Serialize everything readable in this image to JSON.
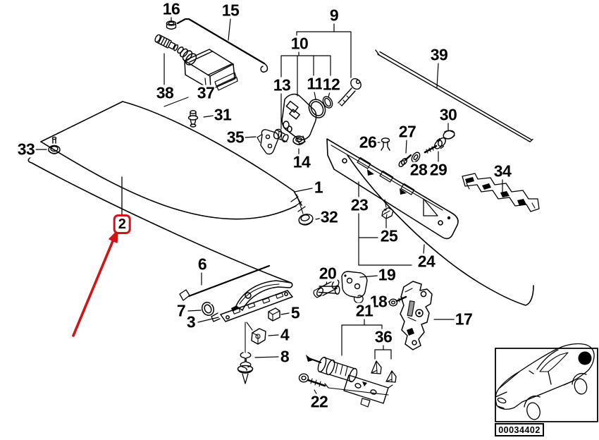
{
  "diagram": {
    "kind": "exploded-parts-diagram",
    "subject": "trunk-lid",
    "drawing_number": "00034402",
    "highlighted_callout": "2",
    "colors": {
      "line": "#000000",
      "background": "#ffffff",
      "accent_red": "#d41317"
    }
  },
  "labels": {
    "1": "1",
    "2": "2",
    "3": "3",
    "4": "4",
    "5": "5",
    "6": "6",
    "7": "7",
    "8": "8",
    "9": "9",
    "10": "10",
    "11": "11",
    "12": "12",
    "13": "13",
    "14": "14",
    "15": "15",
    "16": "16",
    "17": "17",
    "18": "18",
    "19": "19",
    "20": "20",
    "21": "21",
    "22": "22",
    "23": "23",
    "24": "24",
    "25": "25",
    "26": "26",
    "27": "27",
    "28": "28",
    "29": "29",
    "30": "30",
    "31": "31",
    "32": "32",
    "33": "33",
    "34": "34",
    "35": "35",
    "36": "36",
    "37": "37",
    "38": "38",
    "39": "39"
  }
}
